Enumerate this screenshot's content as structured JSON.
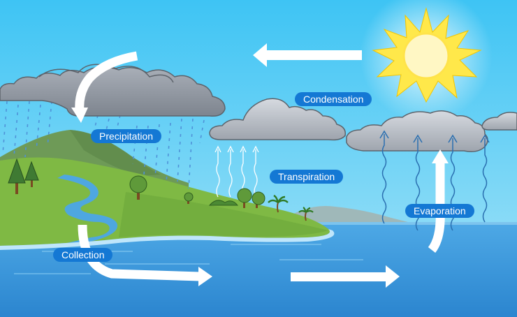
{
  "diagram": {
    "labels": {
      "condensation": "Condensation",
      "precipitation": "Precipitation",
      "transpiration": "Transpiration",
      "evaporation": "Evaporation",
      "collection": "Collection"
    },
    "colors": {
      "sky_top": "#3fc3f3",
      "sky_bottom": "#9fe0f8",
      "sea": "#2f8fd4",
      "sea_light": "#56aee6",
      "land": "#7fb944",
      "hill": "#6a9a55",
      "river": "#4ea7e0",
      "cloud": "#c9cdd4",
      "cloud_dark": "#9aa0a8",
      "sun": "#ffe94a",
      "sun_core": "#fff6c0",
      "label_bg": "#1478d4",
      "arrow": "#ffffff"
    },
    "icons": [
      "sun-icon",
      "cloud-icon",
      "rain-icon",
      "tree-icon",
      "palm-tree-icon",
      "wavy-arrow-icon",
      "arrow-icon"
    ]
  }
}
